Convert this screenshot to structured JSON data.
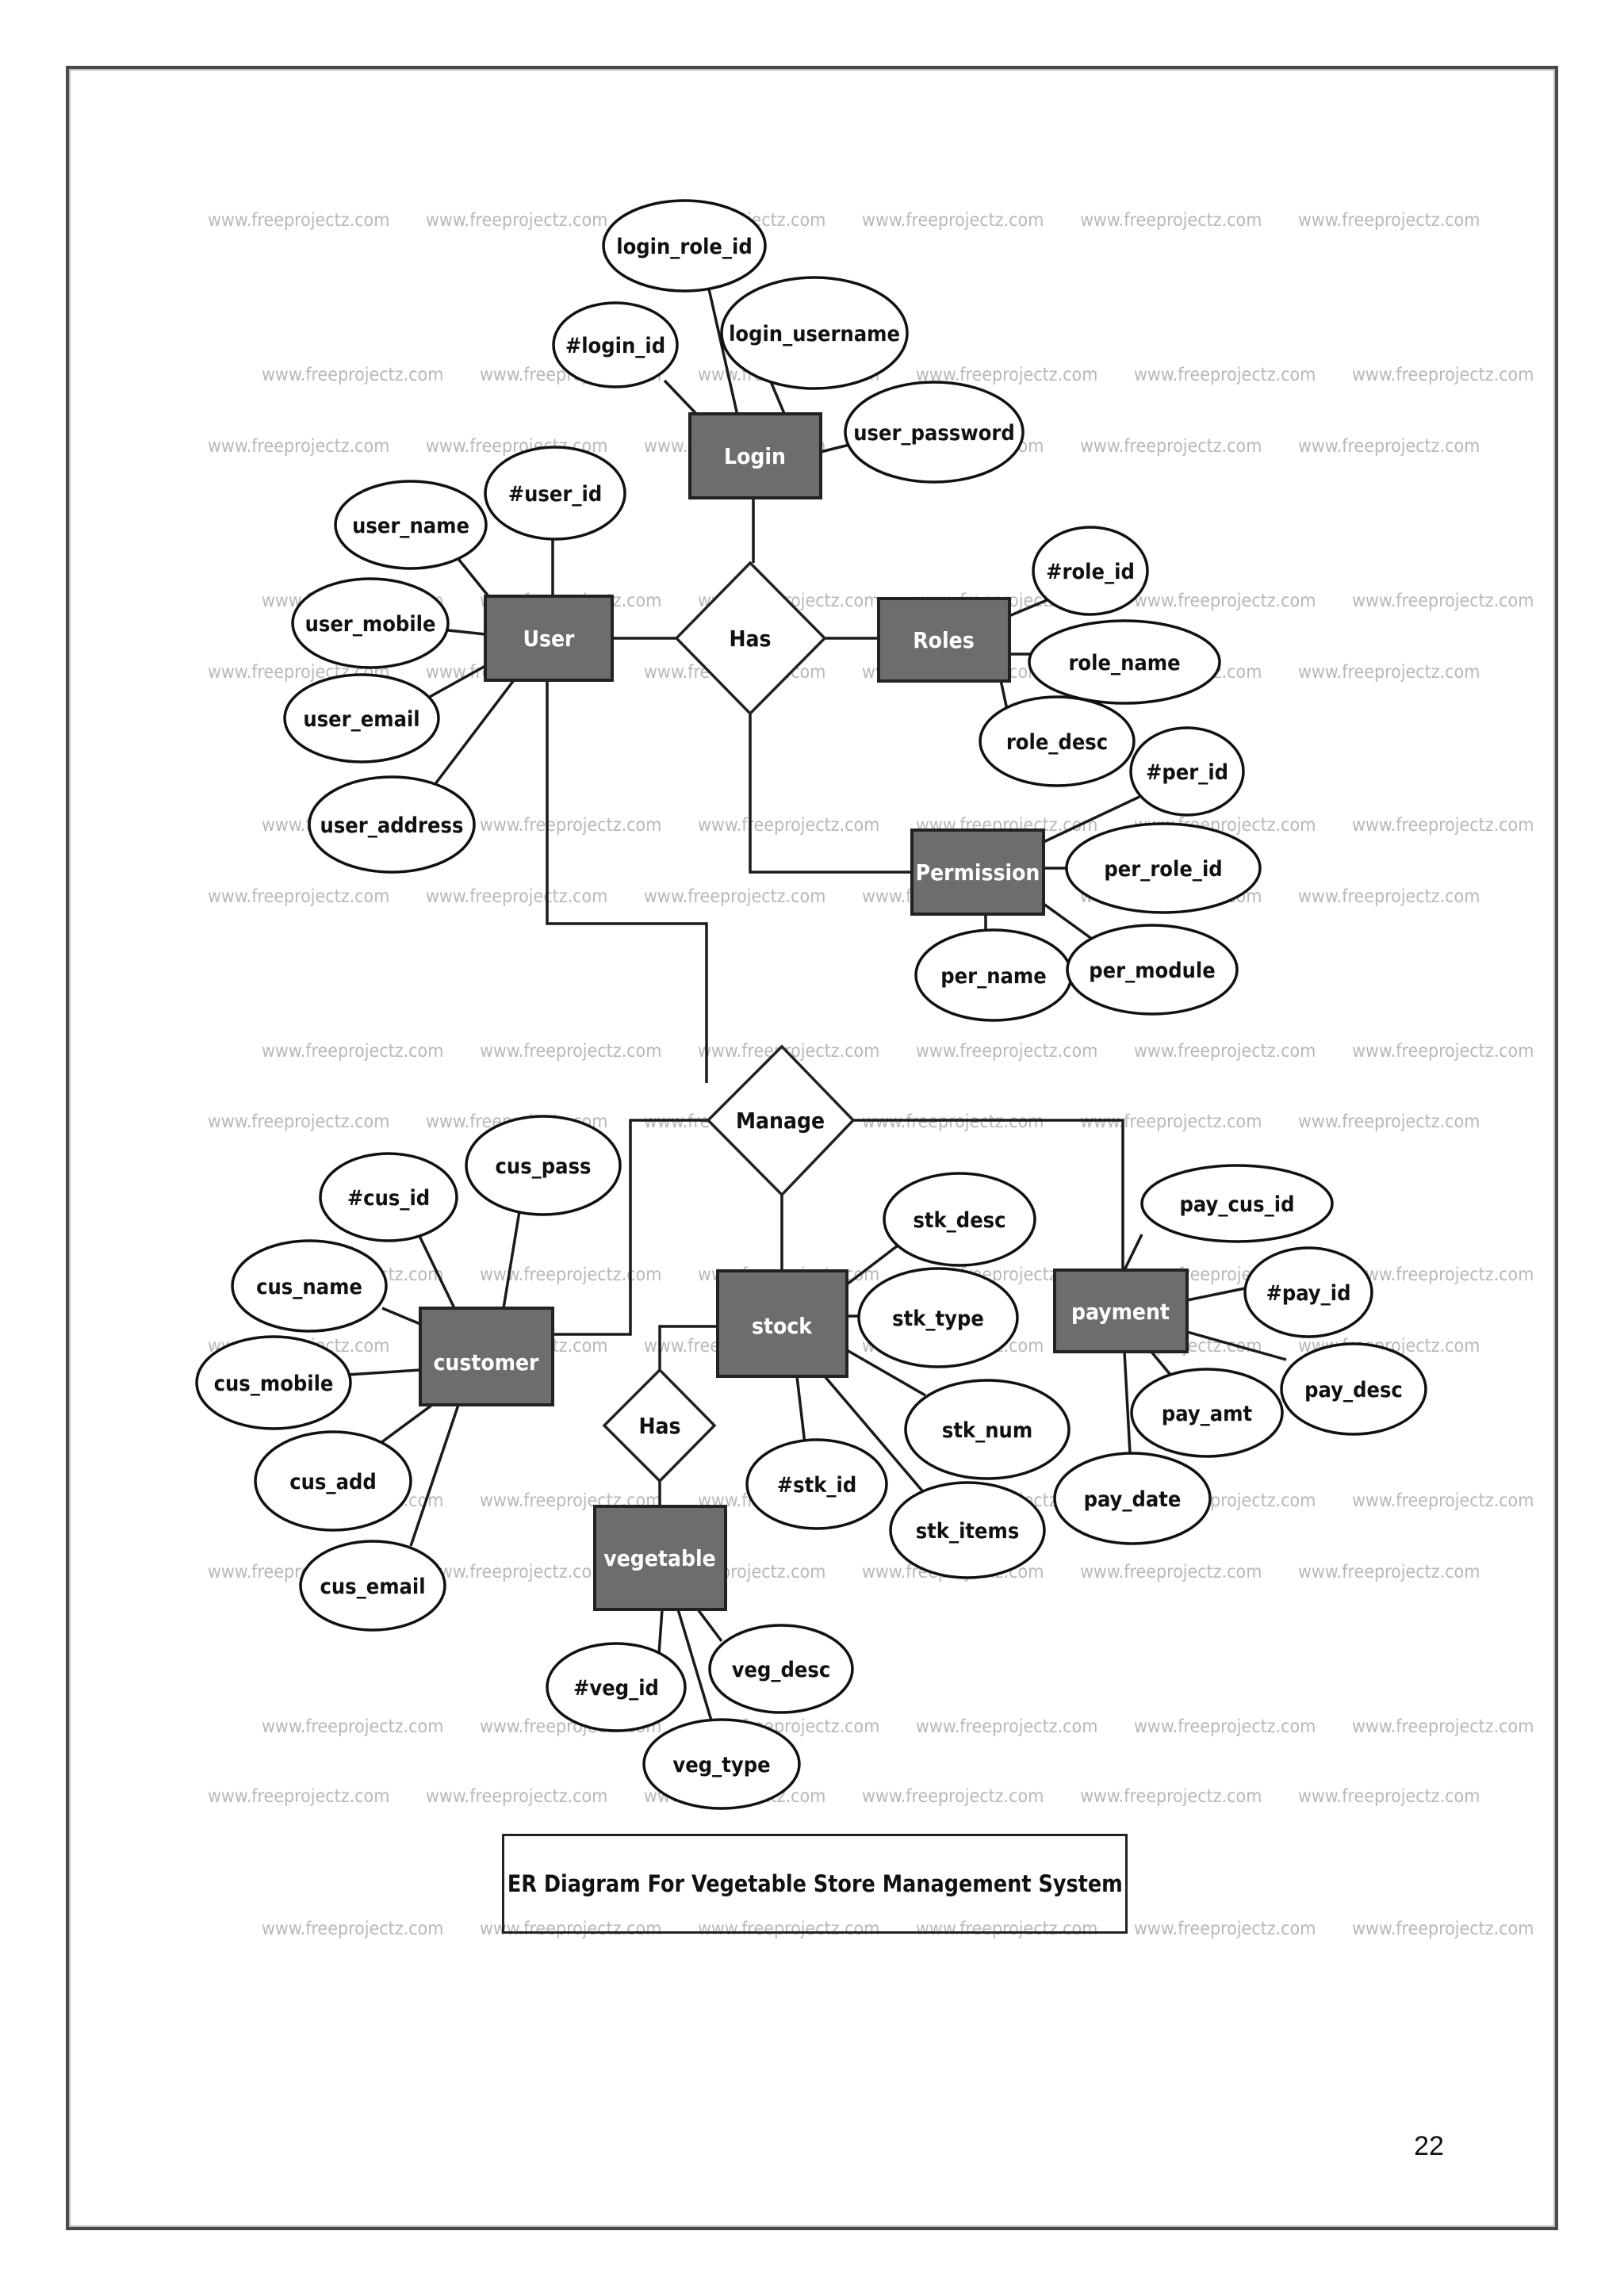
{
  "caption": "ER Diagram For Vegetable Store Management System",
  "page_number": "22",
  "watermark": "www.freeprojectz.com",
  "entities": [
    {
      "id": "login",
      "label": "Login"
    },
    {
      "id": "user",
      "label": "User"
    },
    {
      "id": "roles",
      "label": "Roles"
    },
    {
      "id": "permission",
      "label": "Permission"
    },
    {
      "id": "customer",
      "label": "customer"
    },
    {
      "id": "stock",
      "label": "stock"
    },
    {
      "id": "payment",
      "label": "payment"
    },
    {
      "id": "vegetable",
      "label": "vegetable"
    }
  ],
  "relationships": [
    {
      "id": "has-main",
      "label": "Has"
    },
    {
      "id": "manage",
      "label": "Manage"
    },
    {
      "id": "has-vegetable",
      "label": "Has"
    }
  ],
  "attributes": {
    "login": [
      "login_role_id",
      "login_username",
      "#login_id",
      "user_password"
    ],
    "user": [
      "#user_id",
      "user_name",
      "user_mobile",
      "user_email",
      "user_address"
    ],
    "roles": [
      "#role_id",
      "role_name",
      "role_desc"
    ],
    "permission": [
      "#per_id",
      "per_role_id",
      "per_name",
      "per_module"
    ],
    "customer": [
      "cus_pass",
      "#cus_id",
      "cus_name",
      "cus_mobile",
      "cus_add",
      "cus_email"
    ],
    "stock": [
      "stk_desc",
      "stk_type",
      "stk_num",
      "stk_items",
      "#stk_id"
    ],
    "payment": [
      "pay_cus_id",
      "#pay_id",
      "pay_desc",
      "pay_amt",
      "pay_date"
    ],
    "vegetable": [
      "veg_desc",
      "#veg_id",
      "veg_type"
    ]
  }
}
